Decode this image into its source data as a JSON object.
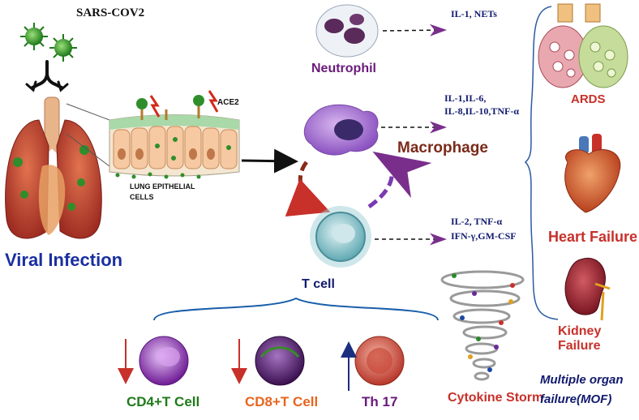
{
  "virus_label": "SARS-COV2",
  "ace2_label": "ACE2",
  "lung_cells_label": "LUNG EPITHELIAL CELLS",
  "viral_infection_label": "Viral Infection",
  "neutrophil": {
    "label": "Neutrophil",
    "cytokines": "IL-1, NETs"
  },
  "macrophage": {
    "label": "Macrophage",
    "cytokines_line1": "IL-1,IL-6,",
    "cytokines_line2": "IL-8,IL-10,TNF-α"
  },
  "tcell": {
    "label": "T cell",
    "cytokines_line1": "IL-2, TNF-α",
    "cytokines_line2": "IFN-γ,GM-CSF"
  },
  "subsets": {
    "cd4": {
      "label": "CD4+T Cell",
      "trend": "down"
    },
    "cd8": {
      "label": "CD8+T Cell",
      "trend": "down"
    },
    "th17": {
      "label": "Th 17",
      "trend": "up"
    }
  },
  "cytokine_storm_label": "Cytokine Storm",
  "outcomes": {
    "ards": "ARDS",
    "heart": "Heart Failure",
    "kidney": "Kidney Failure"
  },
  "mof_line1": "Multiple organ",
  "mof_line2": "failure(MOF)",
  "colors": {
    "red_label": "#c8302a",
    "navy": "#111a6e",
    "purple": "#6a1a7a",
    "green": "#1f7a1a",
    "orange": "#e8641e",
    "blue_label": "#1a2fa0"
  }
}
